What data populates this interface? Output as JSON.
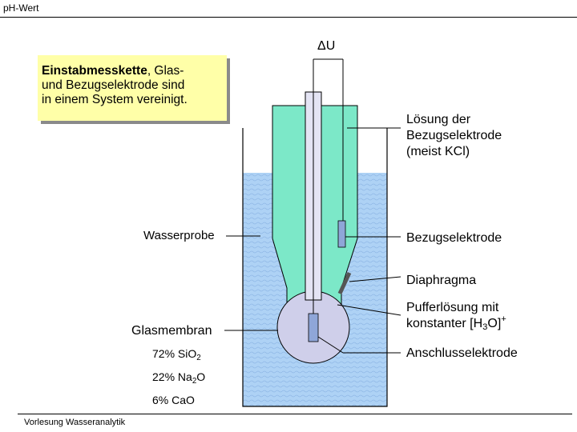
{
  "header": {
    "title": "pH-Wert"
  },
  "voltage_label": "ΔU",
  "info_box": {
    "bold_text": "Einstabmesskette",
    "line1_rest": ", Glas-",
    "line2": "und Bezugselektrode sind",
    "line3": "in einem System vereinigt."
  },
  "labels": {
    "reference_solution": [
      "Lösung der",
      "Bezugselektrode",
      "(meist KCl)"
    ],
    "reference_electrode": "Bezugselektrode",
    "diaphragm": "Diaphragma",
    "buffer_line1": "Pufferlösung mit",
    "buffer_line2_pre": "konstanter [H",
    "buffer_line2_sub": "3",
    "buffer_line2_mid": "O]",
    "buffer_line2_sup": "+",
    "connection_electrode": "Anschlusselektrode",
    "water_sample": "Wasserprobe",
    "glass_membrane": "Glasmembran"
  },
  "composition": [
    {
      "pre": "72% SiO",
      "sub": "2",
      "post": ""
    },
    {
      "pre": "22% Na",
      "sub": "2",
      "post": "O"
    },
    {
      "pre": "6% CaO",
      "sub": "",
      "post": ""
    }
  ],
  "footer": {
    "text": "Vorlesung Wasseranalytik"
  },
  "colors": {
    "water": "#aed2f5",
    "reference_solution": "#7ce8c8",
    "bulb": "#cfcfea",
    "info_box": "#ffffa8",
    "electrode": "#8fa6d8"
  }
}
